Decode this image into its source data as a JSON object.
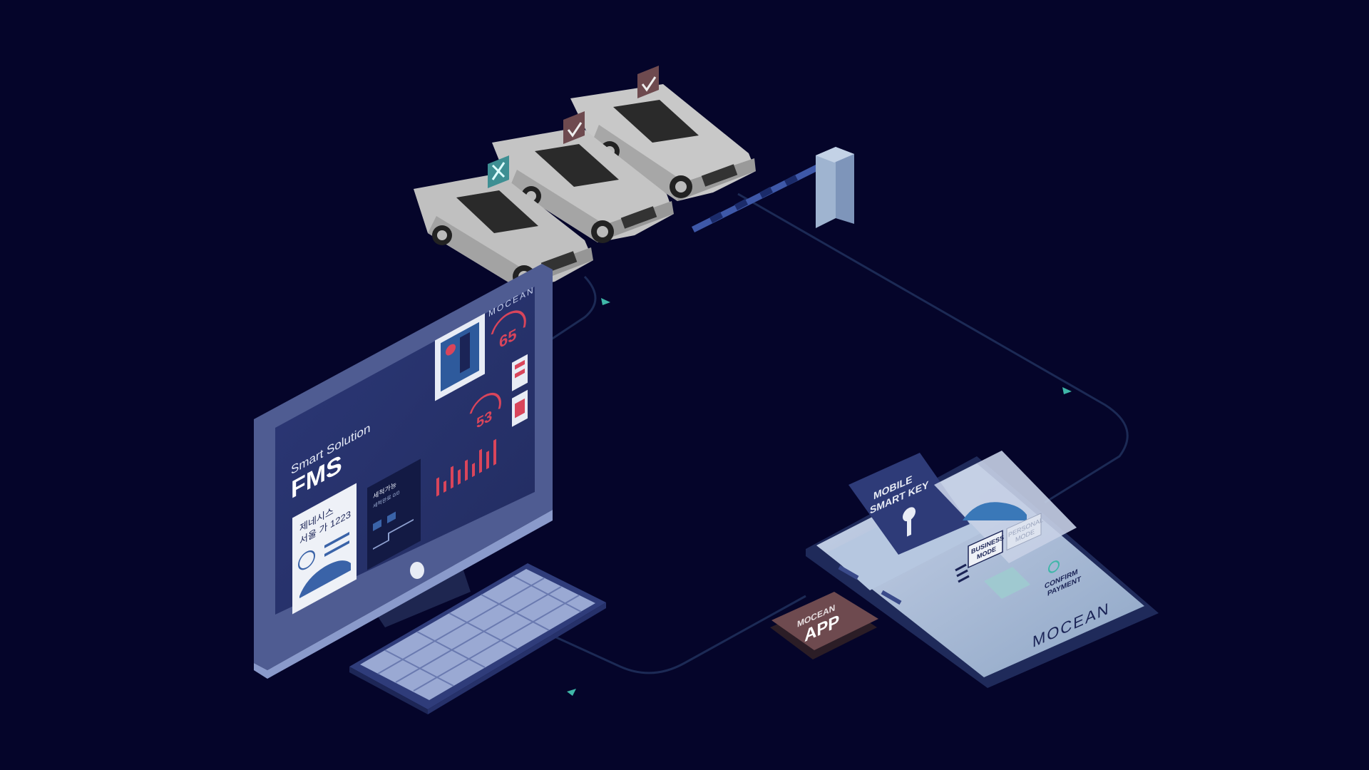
{
  "colors": {
    "background": "#05052a",
    "path_line": "#1c2a55",
    "arrow": "#3fb7a8",
    "car_body": "#bfbfbf",
    "monitor_frame": "#4f5c92",
    "screen_bg": "#2a3570",
    "badge_brown": "#7a5050",
    "badge_teal": "#3e8f93",
    "gauge_red": "#d9455b"
  },
  "cars": {
    "badges": [
      "wrench-icon",
      "check-icon",
      "check-icon"
    ]
  },
  "monitor": {
    "brand": "MOCEAN",
    "subtitle": "Smart Solution",
    "title": "FMS",
    "plate_line1": "제네시스",
    "plate_line2": "서울 가 1223",
    "panel_title": "세척가능",
    "panel_subtitle": "세척완료 0/0",
    "gauge_top": "65",
    "gauge_bottom": "53"
  },
  "phone": {
    "key_card_line1": "MOBILE",
    "key_card_line2": "SMART KEY",
    "mode_business_line1": "BUSINESS",
    "mode_business_line2": "MODE",
    "mode_personal_line1": "PERSONAL",
    "mode_personal_line2": "MODE",
    "confirm_line1": "CONFIRM",
    "confirm_line2": "PAYMENT",
    "brand": "MOCEAN"
  },
  "app_badge": {
    "line1": "MOCEAN",
    "line2": "APP"
  }
}
